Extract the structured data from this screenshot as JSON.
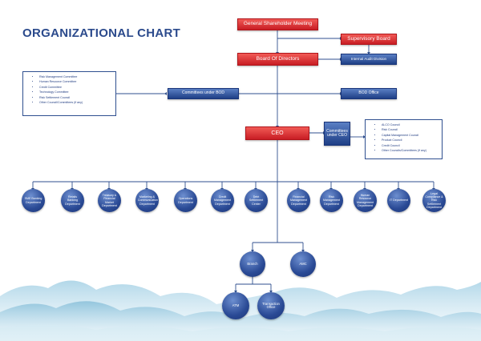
{
  "title": "ORGANIZATIONAL CHART",
  "nodes": {
    "gsm": "General Shareholder Meeting",
    "supervisory": "Supervisory Board",
    "internal_audit": "Internal Audit Division",
    "bod": "Board Of Directors",
    "committees_bod": "Committees under BOD",
    "bod_office": "BOD Office",
    "ceo": "CEO",
    "committees_ceo": "Committees under CEO"
  },
  "bod_committees_list": [
    "Risk Management Committee",
    "Human Resource Committee",
    "Credit Committee",
    "Technology Committee",
    "Risk Settlement Council",
    "Other Council/Committees (if any)"
  ],
  "ceo_committees_list": [
    "ALCO Council",
    "Risk Council",
    "Capital Management Council",
    "Product Council",
    "Credit Council",
    "Other Councils/Committees (if any)"
  ],
  "departments": [
    "SME Banking Department",
    "Retails Banking Department",
    "Treasury & Financial Market Department",
    "Marketing & Communication Department",
    "Operations Department",
    "Credit Management Department",
    "Debt Settlement Center",
    "Financial Management Department",
    "Risk Management Department",
    "Human Resource Management Department",
    "IT Department",
    "Legal Compliance & Risk Settlement Department"
  ],
  "branch": "Branch",
  "amc": "AMC",
  "atm": "ATM",
  "transaction_office": "Transaction Office"
}
